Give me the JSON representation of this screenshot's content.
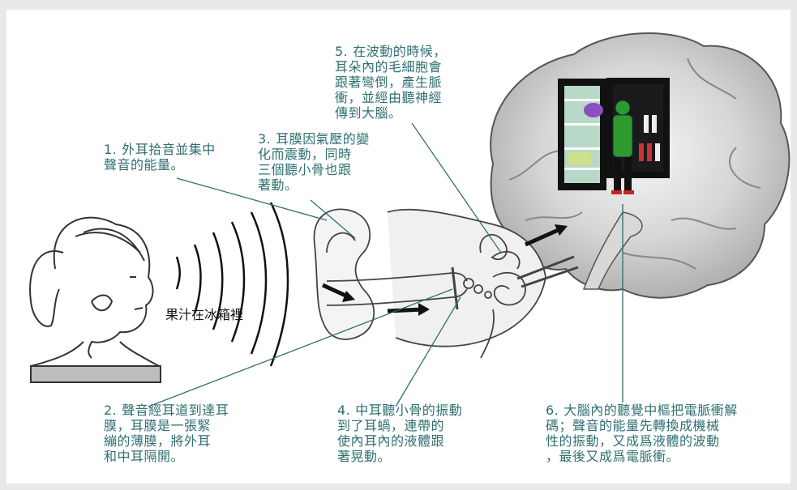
{
  "steps": [
    {
      "number": "1.",
      "text": "外耳拾音並集中\n聲音的能量。"
    },
    {
      "number": "2.",
      "text": "聲音經耳道到達耳\n膜，耳膜是一張緊\n繃的薄膜，將外耳\n和中耳隔開。"
    },
    {
      "number": "3.",
      "text": "耳膜因氣壓的變\n化而震動，同時\n三個聽小骨也跟\n著動。"
    },
    {
      "number": "4.",
      "text": "中耳聽小骨的振動\n到了耳蝸，連帶的\n使內耳內的液體跟\n著晃動。"
    },
    {
      "number": "5.",
      "text": "在波動的時候，\n耳朵內的毛細胞會\n跟著彎倒，產生脈\n衝，並經由聽神經\n傳到大腦。"
    },
    {
      "number": "6.",
      "text": "大腦內的聽覺中樞把電脈衝解\n碼；聲音的能量先轉換成機械\n性的振動，又成爲液體的波動\n，最後又成爲電脈衝。"
    }
  ],
  "speech": "果汁在冰箱裡",
  "colors": {
    "caption": "#2f6f73",
    "leader_line": "#2f6f73",
    "brain": "#cfcfcf",
    "person": "#2e9a2e",
    "fridge": "#111111"
  }
}
